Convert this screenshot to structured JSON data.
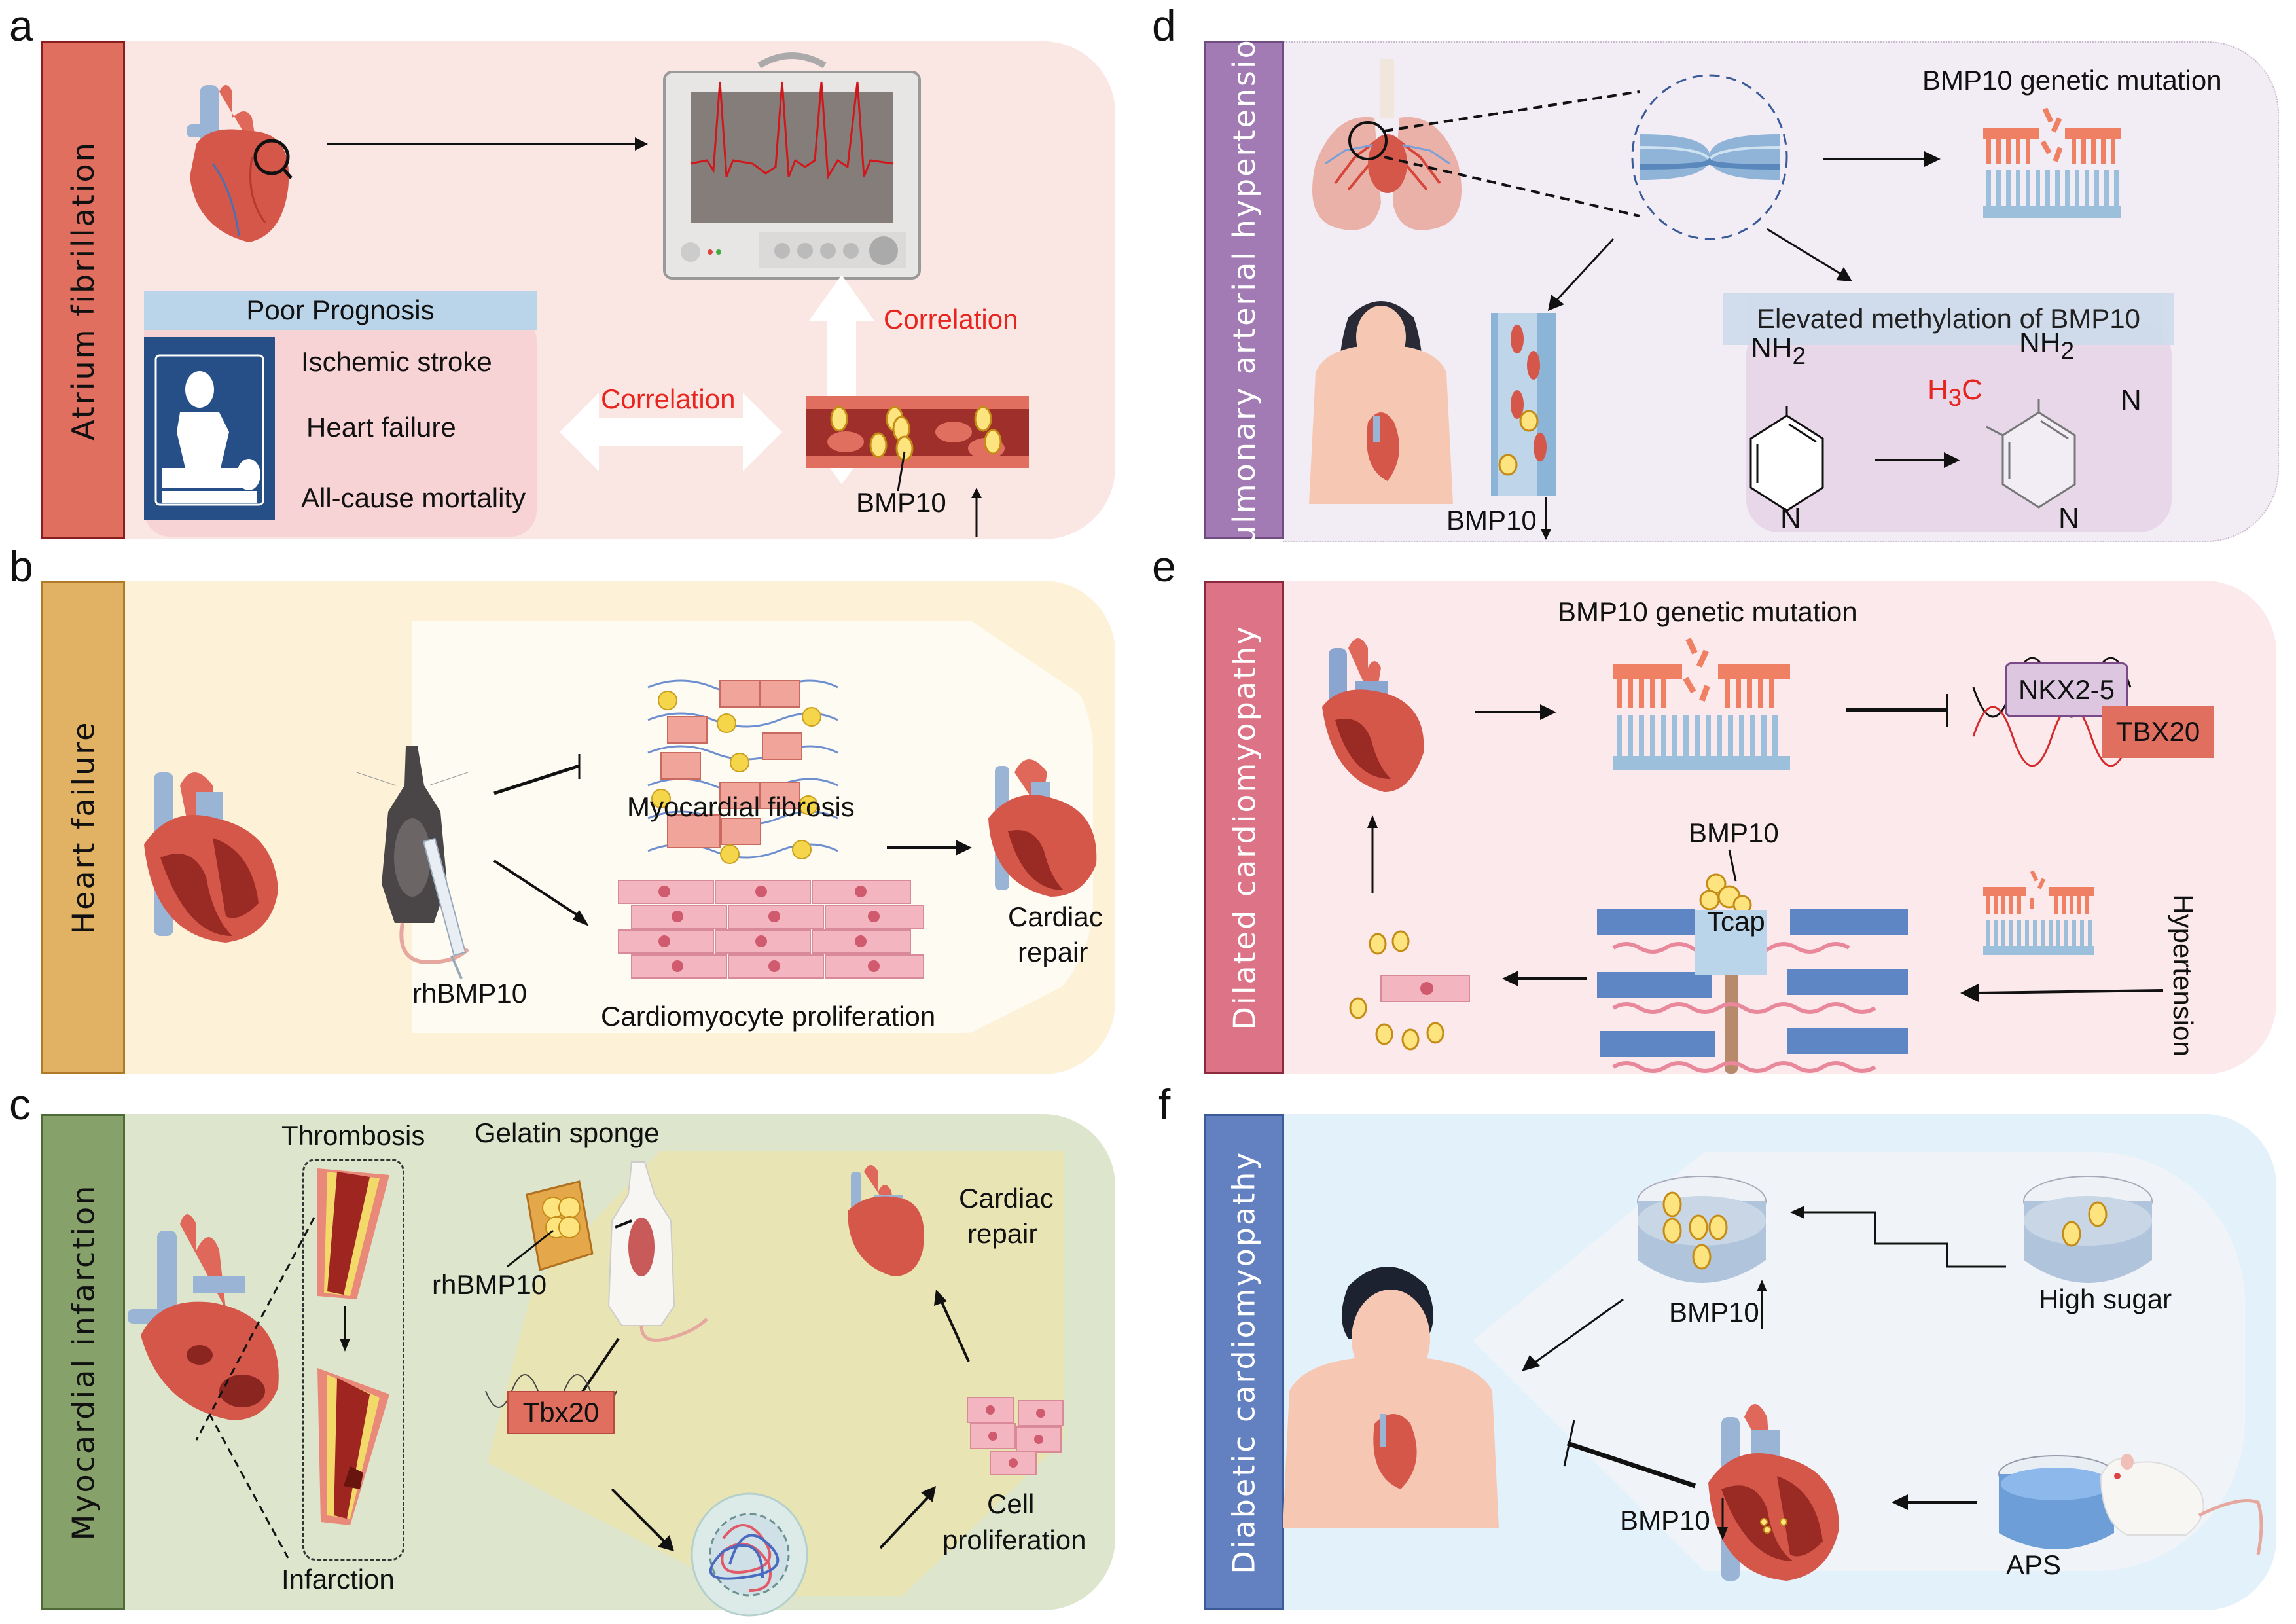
{
  "figure": {
    "panels": [
      {
        "id": "a",
        "label": "a",
        "title": "Atrium fibrillation",
        "colors": {
          "sidebar": "#e06f60",
          "background": "#fae6e2"
        }
      },
      {
        "id": "b",
        "label": "b",
        "title": "Heart failure",
        "colors": {
          "sidebar": "#e2b264",
          "background": "#fdf1d8"
        }
      },
      {
        "id": "c",
        "label": "c",
        "title": "Myocardial infarction",
        "colors": {
          "sidebar": "#86a16a",
          "background": "#dde6cc"
        }
      },
      {
        "id": "d",
        "label": "d",
        "title": "Pulmonary arterial hypertension",
        "colors": {
          "sidebar": "#a27ab4",
          "background": "#f2ecf4"
        }
      },
      {
        "id": "e",
        "label": "e",
        "title": "Dilated cardiomyopathy",
        "colors": {
          "sidebar": "#dd7387",
          "background": "#fbe9ec"
        }
      },
      {
        "id": "f",
        "label": "f",
        "title": "Diabetic cardiomyopathy",
        "colors": {
          "sidebar": "#6381c1",
          "background": "#e3f1fa"
        }
      }
    ]
  },
  "panel_a": {
    "poor_prognosis_header": "Poor Prognosis",
    "outcomes": [
      "Ischemic stroke",
      "Heart failure",
      "All-cause mortality"
    ],
    "correlation_vertical": "Correlation",
    "correlation_horizontal": "Correlation",
    "bmp10_label": "BMP10",
    "bmp10_trend": "up",
    "icons": [
      "heart-icon",
      "magnifier-icon",
      "ecg-monitor-icon",
      "cpr-icon",
      "blood-vessel-icon"
    ]
  },
  "panel_b": {
    "myocardial_fibrosis": "Myocardial fibrosis",
    "cardiomyocyte_proliferation": "Cardiomyocyte proliferation",
    "rhbmp10": "rhBMP10",
    "cardiac_repair_line1": "Cardiac",
    "cardiac_repair_line2": "repair",
    "icons": [
      "heart-icon",
      "mouse-icon",
      "syringe-icon",
      "fibrosis-cells-icon",
      "cardiomyocytes-icon"
    ]
  },
  "panel_c": {
    "thrombosis": "Thrombosis",
    "infarction": "Infarction",
    "gelatin_sponge": "Gelatin sponge",
    "rhbmp10": "rhBMP10",
    "tbx20": "Tbx20",
    "cardiac_repair_line1": "Cardiac",
    "cardiac_repair_line2": "repair",
    "cell_proliferation_line1": "Cell",
    "cell_proliferation_line2": "proliferation",
    "icons": [
      "heart-icon",
      "artery-thrombosis-icon",
      "rat-icon",
      "sponge-icon",
      "nucleus-icon",
      "cells-icon"
    ]
  },
  "panel_d": {
    "genetic_mutation": "BMP10 genetic mutation",
    "methylation_header": "Elevated methylation of BMP10",
    "nh2_left": "NH",
    "nh2_left_sub": "2",
    "n_left": "N",
    "nh2_right": "NH",
    "nh2_right_sub": "2",
    "h3c_h": "H",
    "h3c_sub": "3",
    "h3c_c": "C",
    "n_right_side": "N",
    "n_right_bottom": "N",
    "bmp10_label": "BMP10",
    "bmp10_trend": "down",
    "icons": [
      "lungs-icon",
      "narrowed-vessel-icon",
      "dna-mutation-icon",
      "woman-icon",
      "blood-vessel-icon"
    ]
  },
  "panel_e": {
    "genetic_mutation": "BMP10 genetic mutation",
    "nkx25": "NKX2-5",
    "tbx20": "TBX20",
    "bmp10_label": "BMP10",
    "tcap": "Tcap",
    "hypertension": "Hypertension",
    "icons": [
      "heart-icon",
      "dna-mutation-icon",
      "dna-helix-icon",
      "sarcomere-icon",
      "cardiomyocyte-icon"
    ]
  },
  "panel_f": {
    "bmp10_up_label": "BMP10",
    "bmp10_up_trend": "up",
    "high_sugar": "High sugar",
    "bmp10_down_label": "BMP10",
    "bmp10_down_trend": "down",
    "aps": "APS",
    "icons": [
      "man-icon",
      "petri-dish-icon",
      "heart-icon",
      "rat-icon",
      "water-bowl-icon"
    ]
  }
}
